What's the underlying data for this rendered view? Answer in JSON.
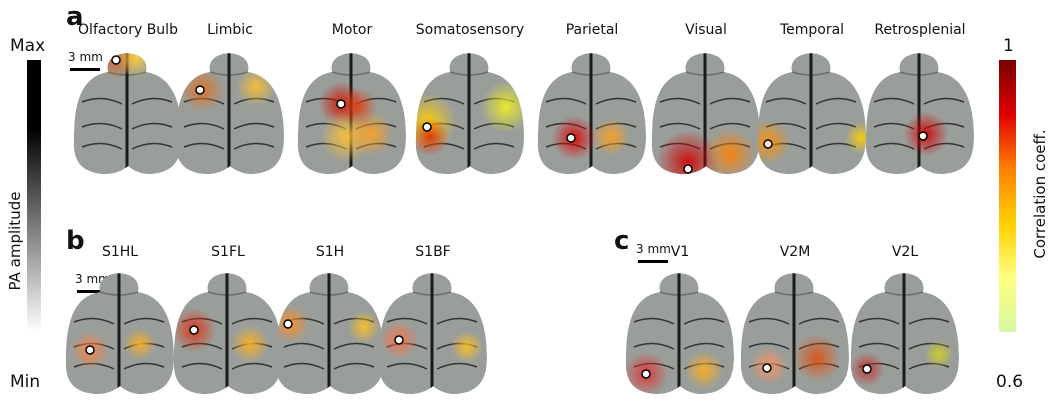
{
  "panel_labels": {
    "a": "a",
    "b": "b",
    "c": "c"
  },
  "scale_bar": "3 mm",
  "row_a": [
    "Olfactory Bulb",
    "Limbic",
    "Motor",
    "Somatosensory",
    "Parietal",
    "Visual",
    "Temporal",
    "Retrosplenial"
  ],
  "row_b": [
    "S1HL",
    "S1FL",
    "S1H",
    "S1BF"
  ],
  "row_c": [
    "V1",
    "V2M",
    "V2L"
  ],
  "left_colorbar": {
    "max": "Max",
    "min": "Min",
    "label": "PA amplitude"
  },
  "right_colorbar": {
    "max": "1",
    "min": "0.6",
    "label": "Correlation coeff.",
    "colors": [
      "#7a0000",
      "#e00000",
      "#ff8000",
      "#ffd000",
      "#ffff80",
      "#d8f7a0"
    ]
  }
}
